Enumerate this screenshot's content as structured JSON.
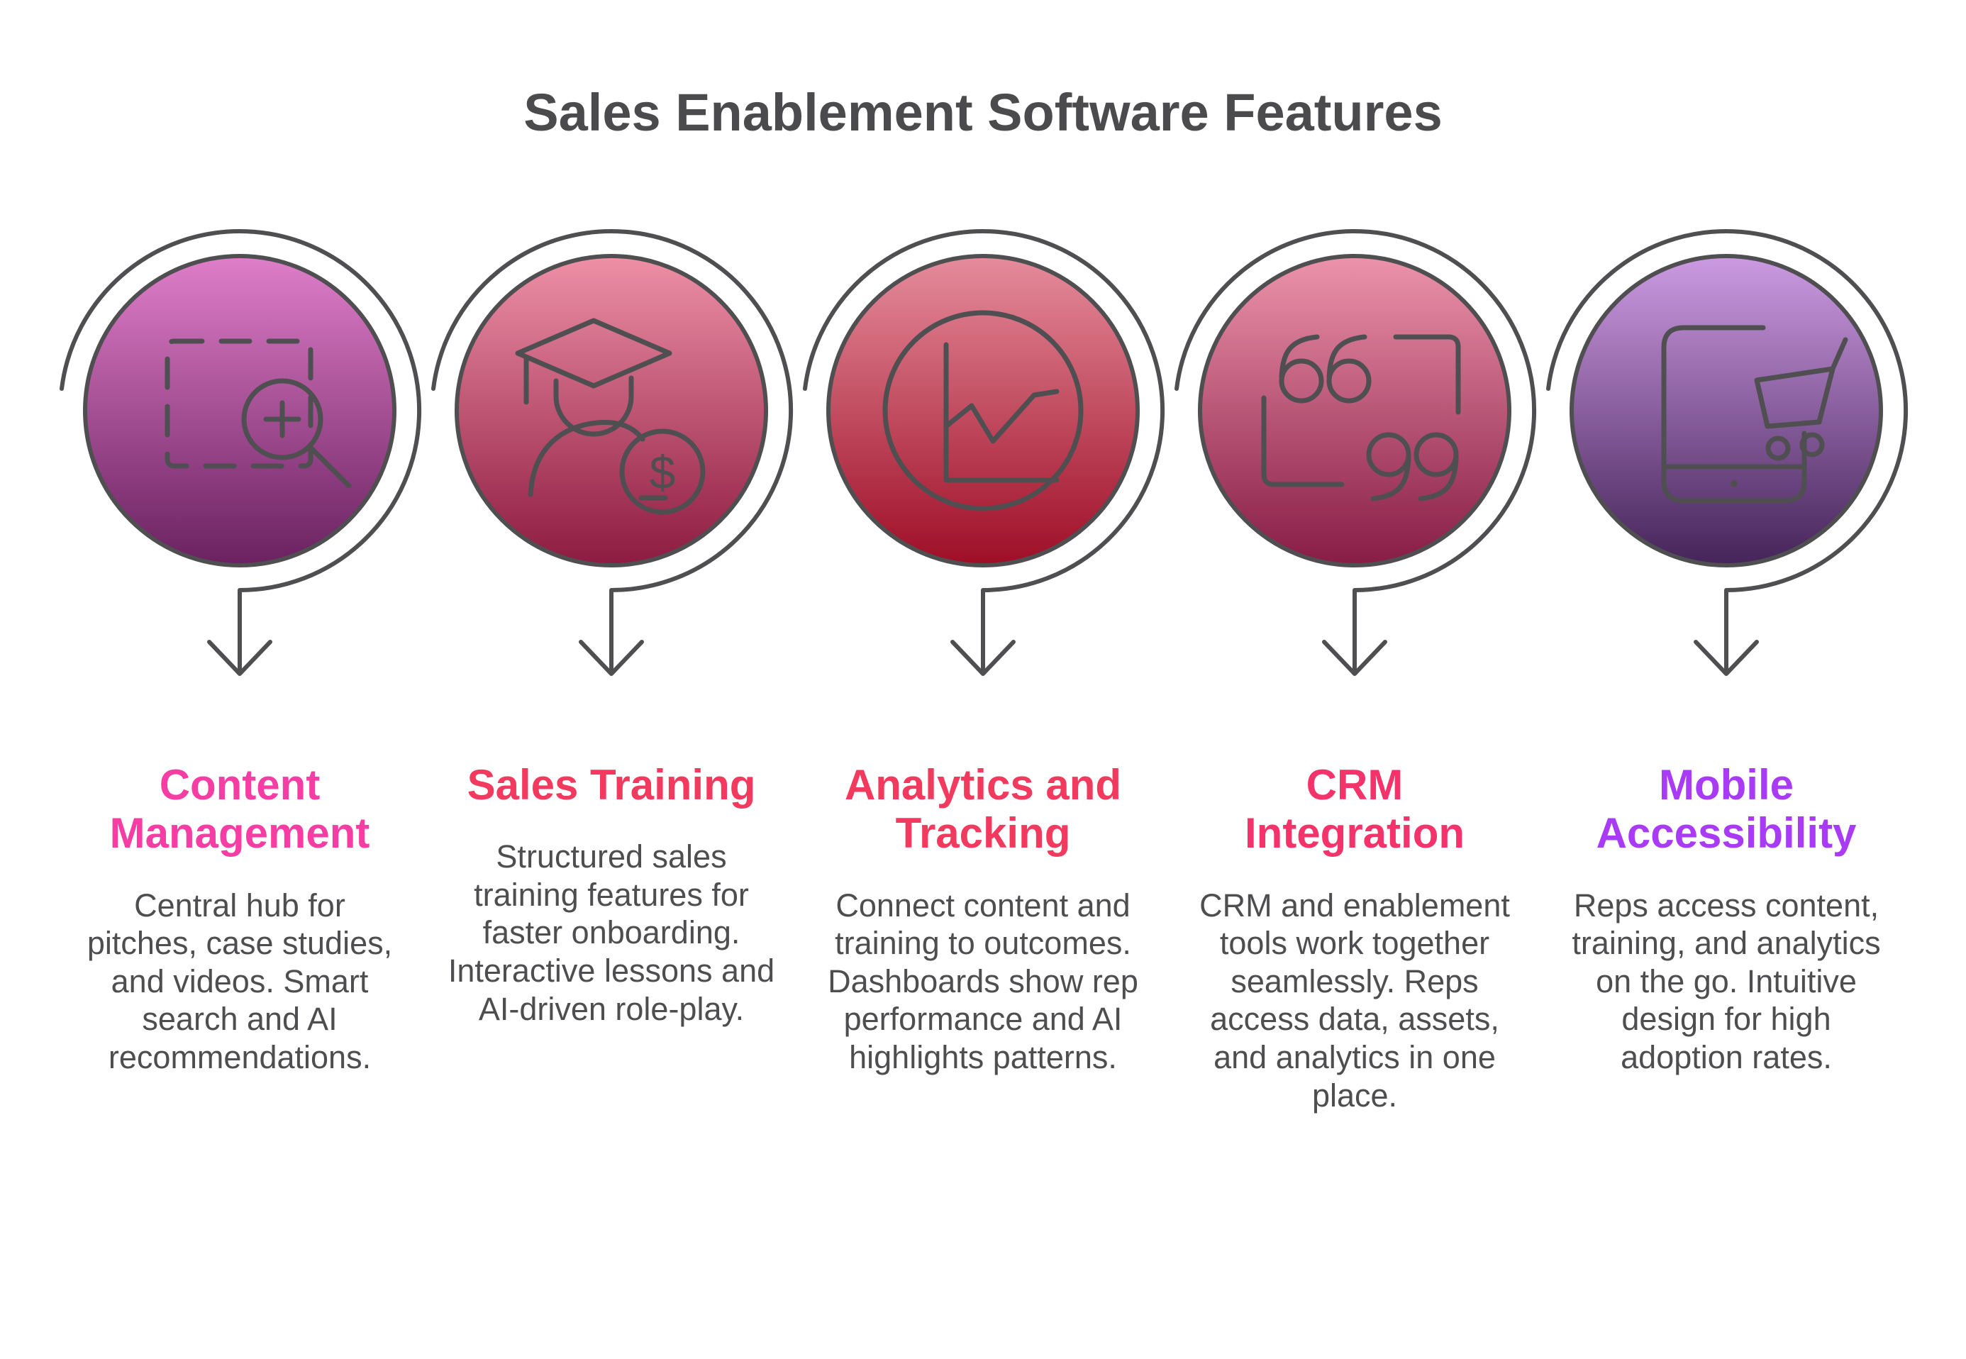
{
  "title": "Sales Enablement Software Features",
  "colors": {
    "background": "#FFFFFF",
    "title_text": "#4B4B4D",
    "body_text": "#4E4E50",
    "line_art": "#4F4F51"
  },
  "features": [
    {
      "name": "Content Management",
      "heading_color": "#F53DA4",
      "description": "Central hub for pitches, case studies, and videos. Smart search and AI recommendations.",
      "icon": "content-search-icon",
      "gradient": {
        "top": "#DF7EC9",
        "bottom": "#6A2160"
      }
    },
    {
      "name": "Sales Training",
      "heading_color": "#F23A5F",
      "description": "Structured sales training features for faster onboarding. Interactive lessons and AI-driven role-play.",
      "icon": "graduate-dollar-icon",
      "gradient": {
        "top": "#EE90A6",
        "bottom": "#8D1B41"
      }
    },
    {
      "name": "Analytics and Tracking",
      "heading_color": "#F23A5F",
      "description": "Connect content and training to outcomes. Dashboards show rep performance and AI highlights patterns.",
      "icon": "line-chart-icon",
      "gradient": {
        "top": "#E58C9C",
        "bottom": "#9E0E26"
      }
    },
    {
      "name": "CRM Integration",
      "heading_color": "#F5336B",
      "description": "CRM and enablement tools work together seamlessly. Reps access data, assets, and analytics in one place.",
      "icon": "quotation-marks-icon",
      "gradient": {
        "top": "#EC93AB",
        "bottom": "#871C45"
      }
    },
    {
      "name": "Mobile Accessibility",
      "heading_color": "#A93BF7",
      "description": "Reps access content, training, and analytics on the go. Intuitive design for high adoption rates.",
      "icon": "phone-cart-icon",
      "gradient": {
        "top": "#CC9AE2",
        "bottom": "#452459"
      }
    }
  ]
}
